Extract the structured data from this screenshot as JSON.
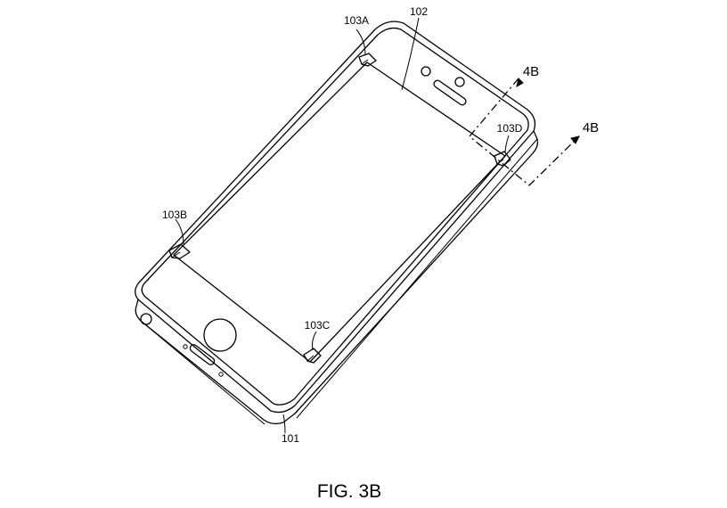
{
  "figure": {
    "caption": "FIG. 3B",
    "labels": {
      "housing": "101",
      "display": "102",
      "clip_a": "103A",
      "clip_b": "103B",
      "clip_c": "103C",
      "clip_d": "103D",
      "section_1": "4B",
      "section_2": "4B"
    }
  }
}
